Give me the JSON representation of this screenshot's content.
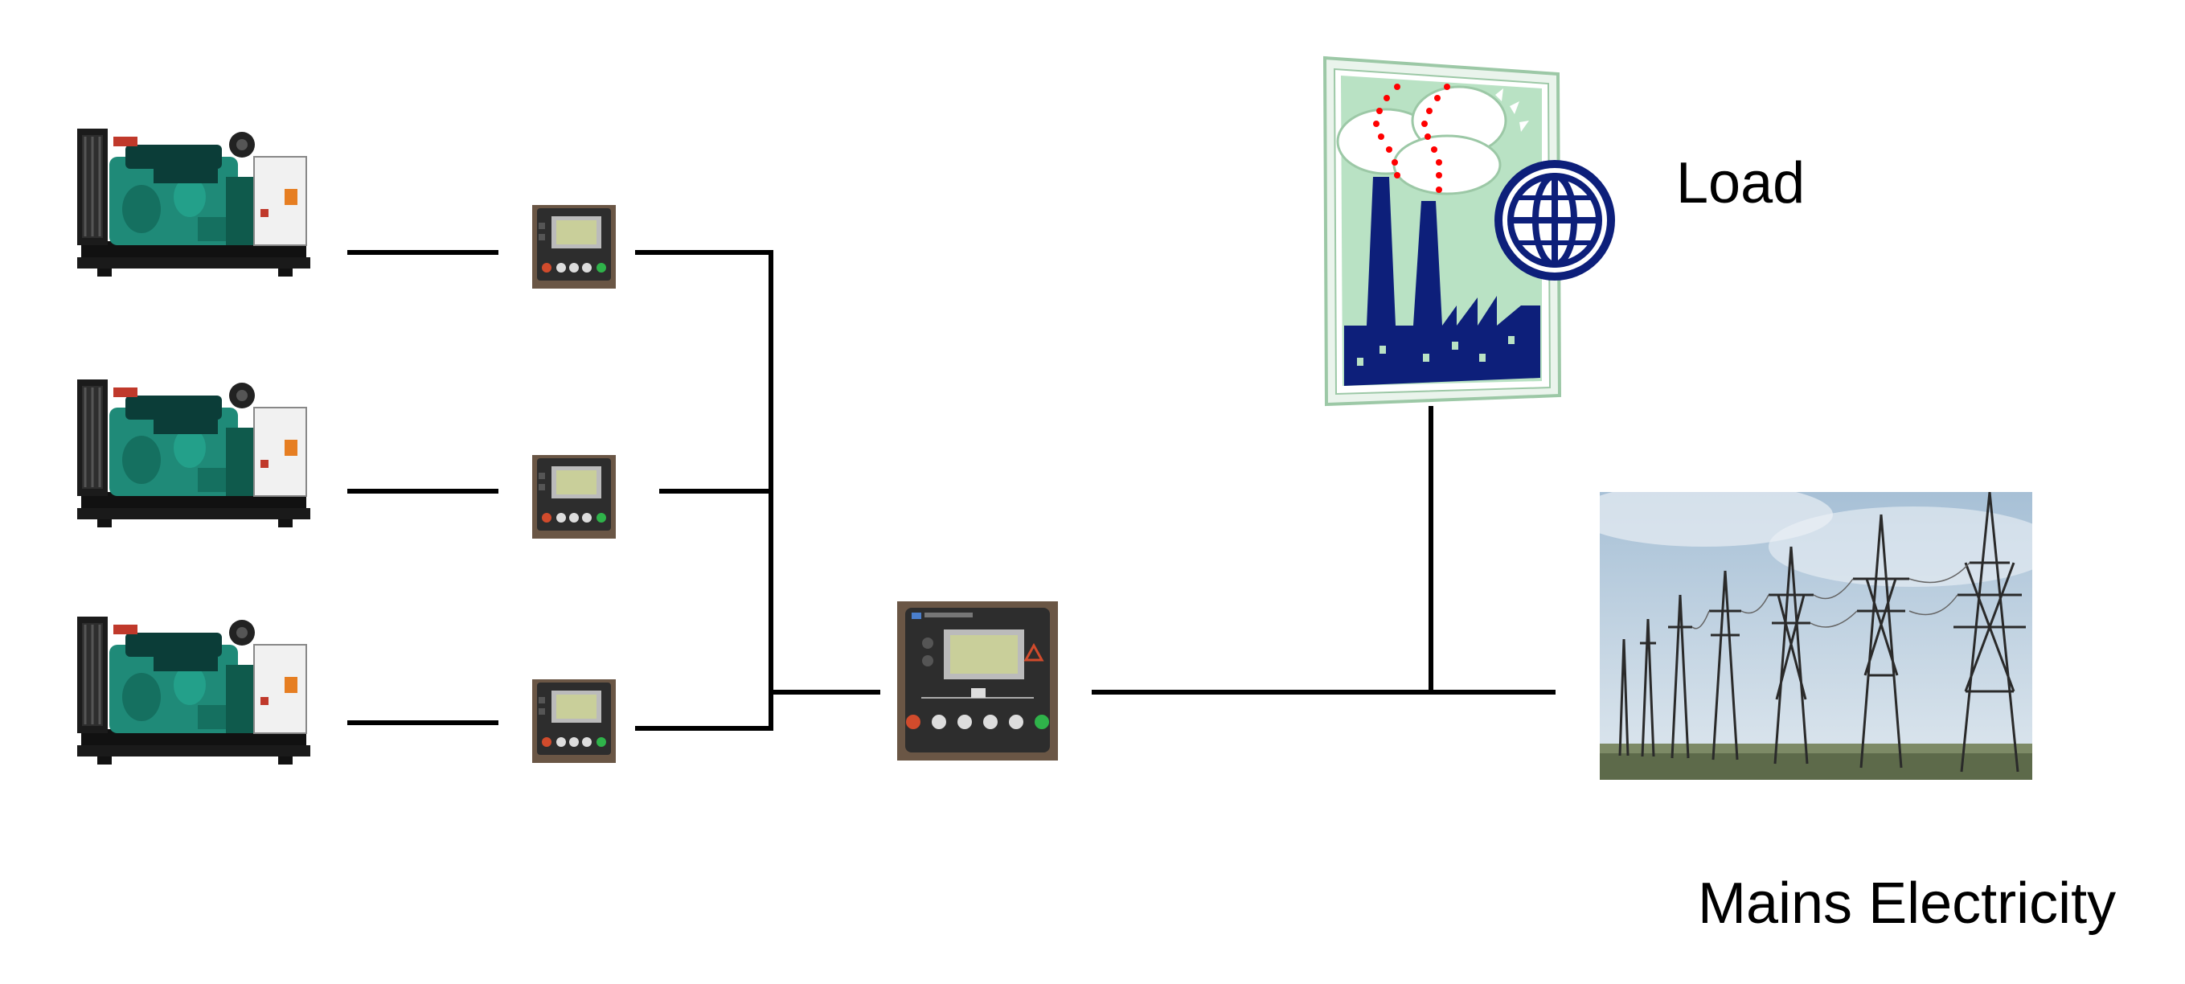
{
  "labels": {
    "load": "Load",
    "mains": "Mains Electricity"
  },
  "colors": {
    "wire": "#000000",
    "engine_green": "#1f8a78",
    "engine_dark": "#0b3d38",
    "frame": "#111111",
    "controller_face": "#2d2d2d",
    "lcd": "#c9cf9a",
    "factory_blue": "#0d1f7a",
    "factory_bg": "#b9e2c4",
    "smoke_red": "#ff0000",
    "sky": "#b9cfdf",
    "ground": "#5d6a4a"
  },
  "nodes": [
    {
      "id": "generator-1",
      "icon": "diesel-generator-icon"
    },
    {
      "id": "generator-2",
      "icon": "diesel-generator-icon"
    },
    {
      "id": "generator-3",
      "icon": "diesel-generator-icon"
    },
    {
      "id": "controller-1",
      "icon": "generator-controller-icon"
    },
    {
      "id": "controller-2",
      "icon": "generator-controller-icon"
    },
    {
      "id": "controller-3",
      "icon": "generator-controller-icon"
    },
    {
      "id": "main-controller",
      "icon": "main-synchronizing-controller-icon"
    },
    {
      "id": "load",
      "icon": "factory-globe-icon"
    },
    {
      "id": "mains",
      "icon": "power-pylons-icon"
    }
  ]
}
